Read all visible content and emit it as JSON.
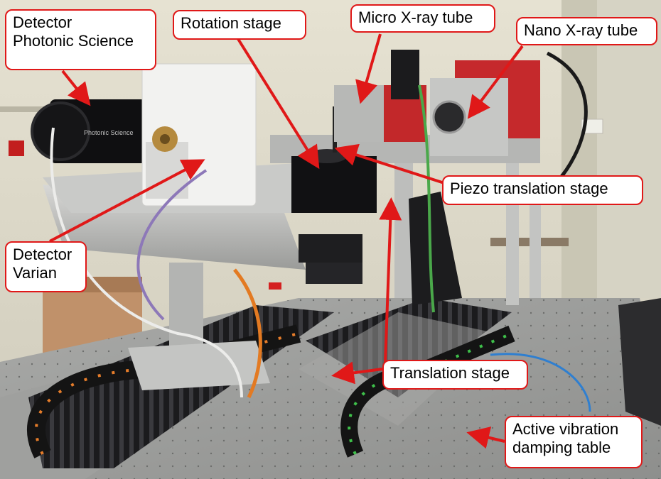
{
  "labels": {
    "detector_photonic": "Detector\nPhotonic Science",
    "rotation_stage": "Rotation stage",
    "micro_xray": "Micro X-ray tube",
    "nano_xray": "Nano X-ray tube",
    "piezo_stage": "Piezo translation stage",
    "detector_varian": "Detector\nVarian",
    "translation_stage": "Translation stage",
    "vibration_table": "Active vibration\ndamping table"
  },
  "device_text": {
    "detector_brand": "Photonic Science"
  },
  "colors": {
    "callout_border": "#e01818",
    "arrow": "#e01818",
    "callout_fill": "#ffffff"
  }
}
